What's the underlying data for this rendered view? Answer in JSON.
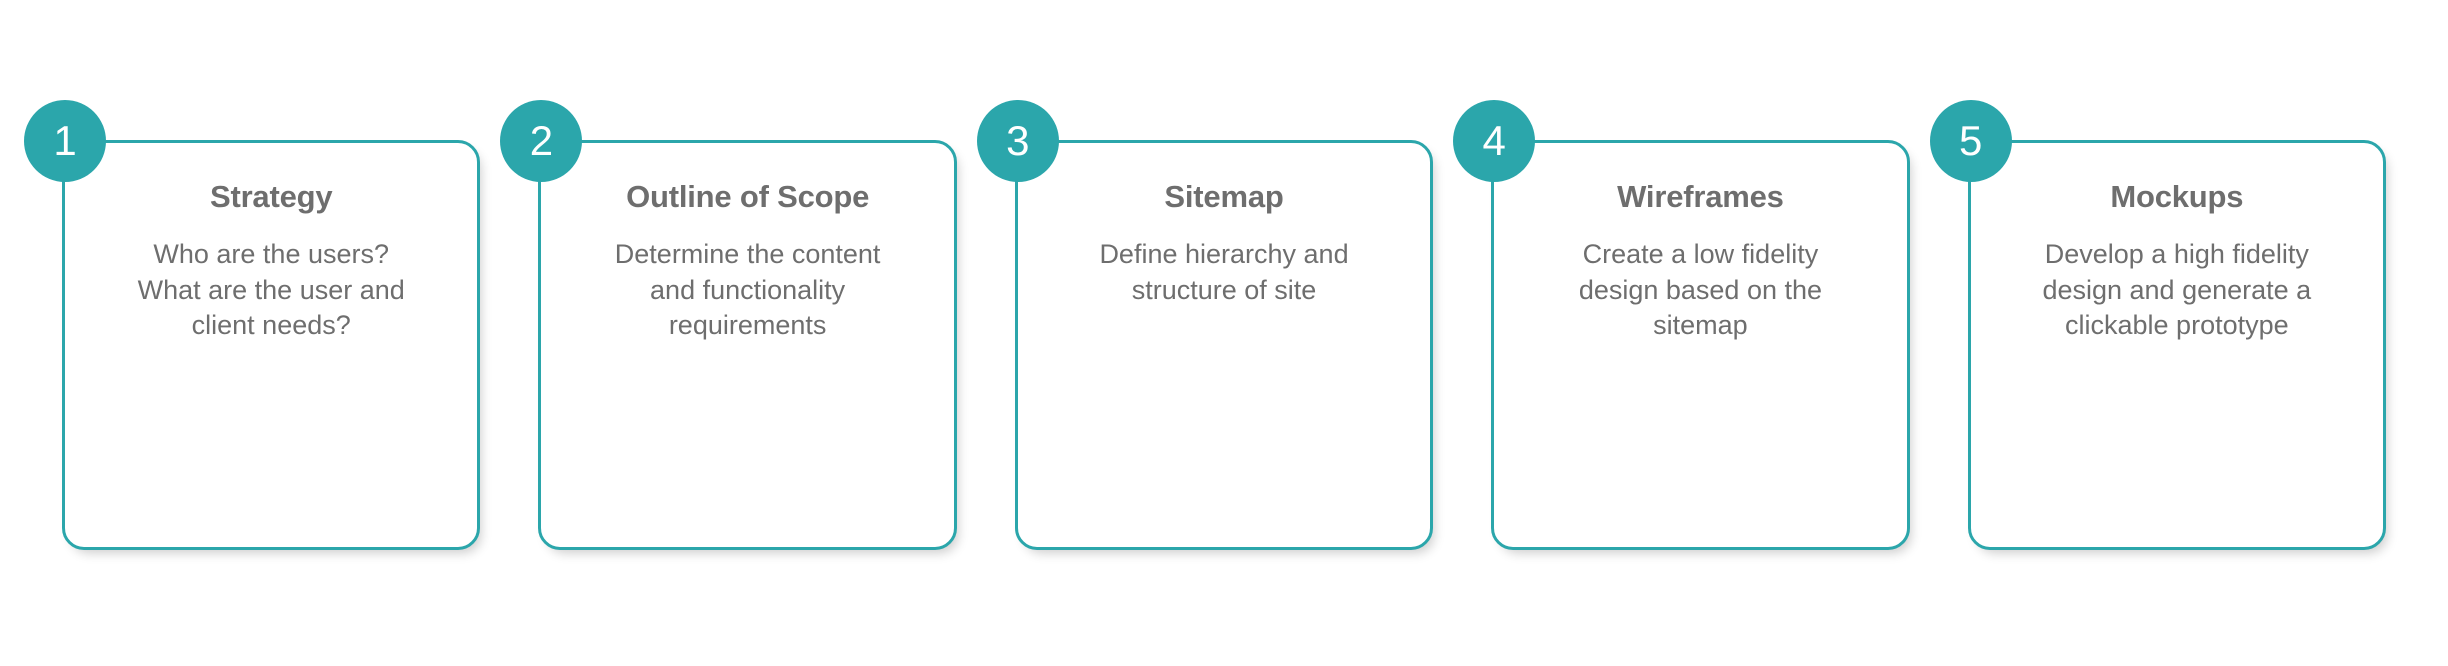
{
  "diagram": {
    "type": "numbered-step-cards",
    "orientation": "horizontal",
    "step_count": 5,
    "colors": {
      "accent": "#2BA6AB",
      "card_border": "#2BA6AB",
      "card_background": "#FFFFFF",
      "title_text": "#6E6E6E",
      "body_text": "#6E6E6E",
      "badge_background": "#2BA6AB",
      "badge_text": "#FFFFFF",
      "page_background": "#FFFFFF"
    },
    "steps": [
      {
        "number": "1",
        "title": "Strategy",
        "description": "Who are the users? What are the user and client needs?"
      },
      {
        "number": "2",
        "title": "Outline of Scope",
        "description": "Determine the content and functionality requirements"
      },
      {
        "number": "3",
        "title": "Sitemap",
        "description": "Define hierarchy and structure of site"
      },
      {
        "number": "4",
        "title": "Wireframes",
        "description": "Create a low fidelity design based on the sitemap"
      },
      {
        "number": "5",
        "title": "Mockups",
        "description": "Develop a high fidelity design and generate a clickable prototype"
      }
    ]
  }
}
